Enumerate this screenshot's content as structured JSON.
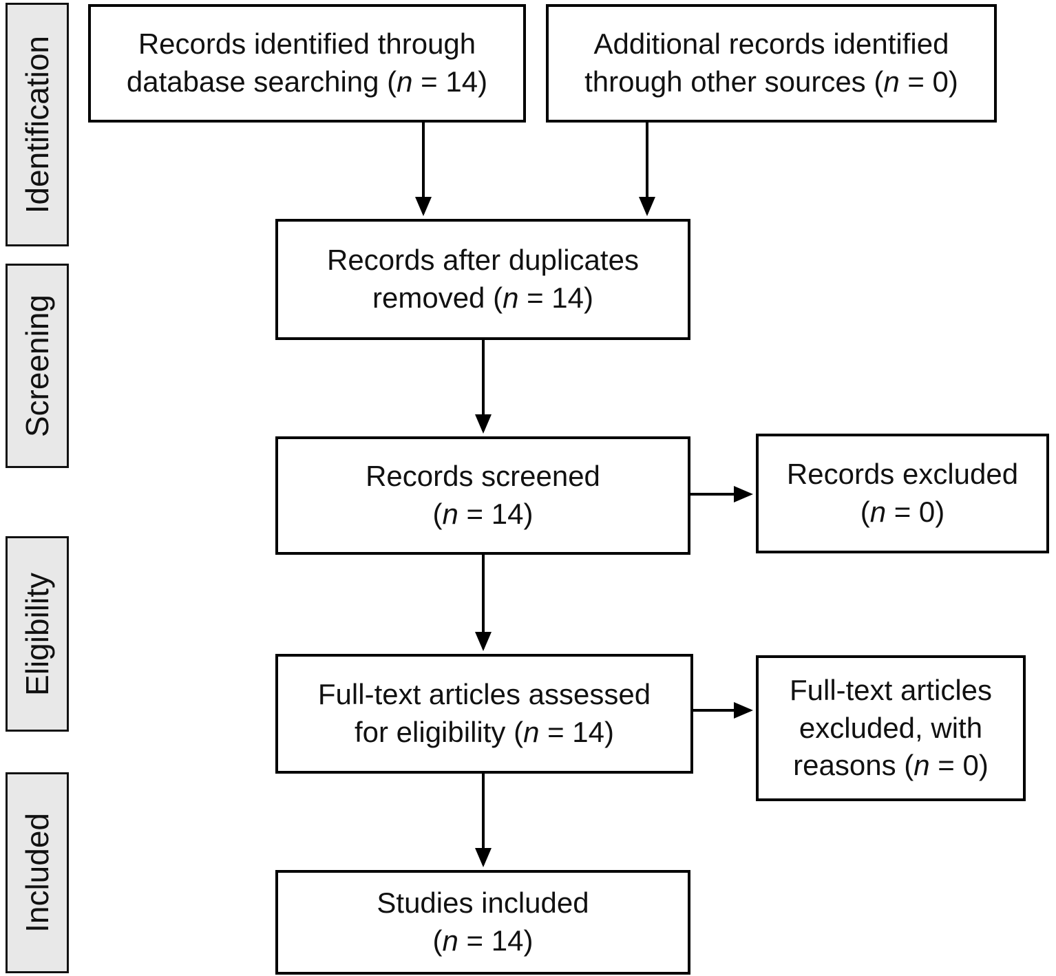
{
  "diagram": {
    "type": "flowchart",
    "style": "PRISMA study selection flow",
    "colors": {
      "box_fill": "#ffffff",
      "box_border": "#000000",
      "stage_fill": "#e8e8e8",
      "stage_border": "#111111",
      "text": "#111111",
      "arrow": "#000000"
    },
    "stages": [
      {
        "id": "identification",
        "label": "Identification"
      },
      {
        "id": "screening",
        "label": "Screening"
      },
      {
        "id": "eligibility",
        "label": "Eligibility"
      },
      {
        "id": "included",
        "label": "Included"
      }
    ],
    "nodes": [
      {
        "id": "records-identified",
        "n": 14,
        "text": "Records identified through database searching (n = 14)",
        "lines": [
          "Records identified through",
          "database searching (n = 14)"
        ]
      },
      {
        "id": "additional-records",
        "n": 0,
        "text": "Additional records identified through other sources (n = 0)",
        "lines": [
          "Additional records identified",
          "through other sources (n = 0)"
        ]
      },
      {
        "id": "after-duplicates",
        "n": 14,
        "text": "Records after duplicates removed (n = 14)",
        "lines": [
          "Records after duplicates",
          "removed (n = 14)"
        ]
      },
      {
        "id": "records-screened",
        "n": 14,
        "text": "Records screened (n = 14)",
        "lines": [
          "Records screened",
          "(n = 14)"
        ]
      },
      {
        "id": "records-excluded",
        "n": 0,
        "text": "Records excluded (n = 0)",
        "lines": [
          "Records excluded",
          "(n = 0)"
        ]
      },
      {
        "id": "fulltext-assessed",
        "n": 14,
        "text": "Full-text articles assessed for eligibility (n = 14)",
        "lines": [
          "Full-text articles assessed",
          "for eligibility (n = 14)"
        ]
      },
      {
        "id": "fulltext-excluded",
        "n": 0,
        "text": "Full-text articles excluded, with reasons (n = 0)",
        "lines": [
          "Full-text articles",
          "excluded, with",
          "reasons (n = 0)"
        ]
      },
      {
        "id": "studies-included",
        "n": 14,
        "text": "Studies included (n = 14)",
        "lines": [
          "Studies included",
          "(n = 14)"
        ]
      }
    ],
    "edges": [
      "records-identified -> after-duplicates",
      "additional-records -> after-duplicates",
      "after-duplicates -> records-screened",
      "records-screened -> records-excluded",
      "records-screened -> fulltext-assessed",
      "fulltext-assessed -> fulltext-excluded",
      "fulltext-assessed -> studies-included"
    ]
  }
}
